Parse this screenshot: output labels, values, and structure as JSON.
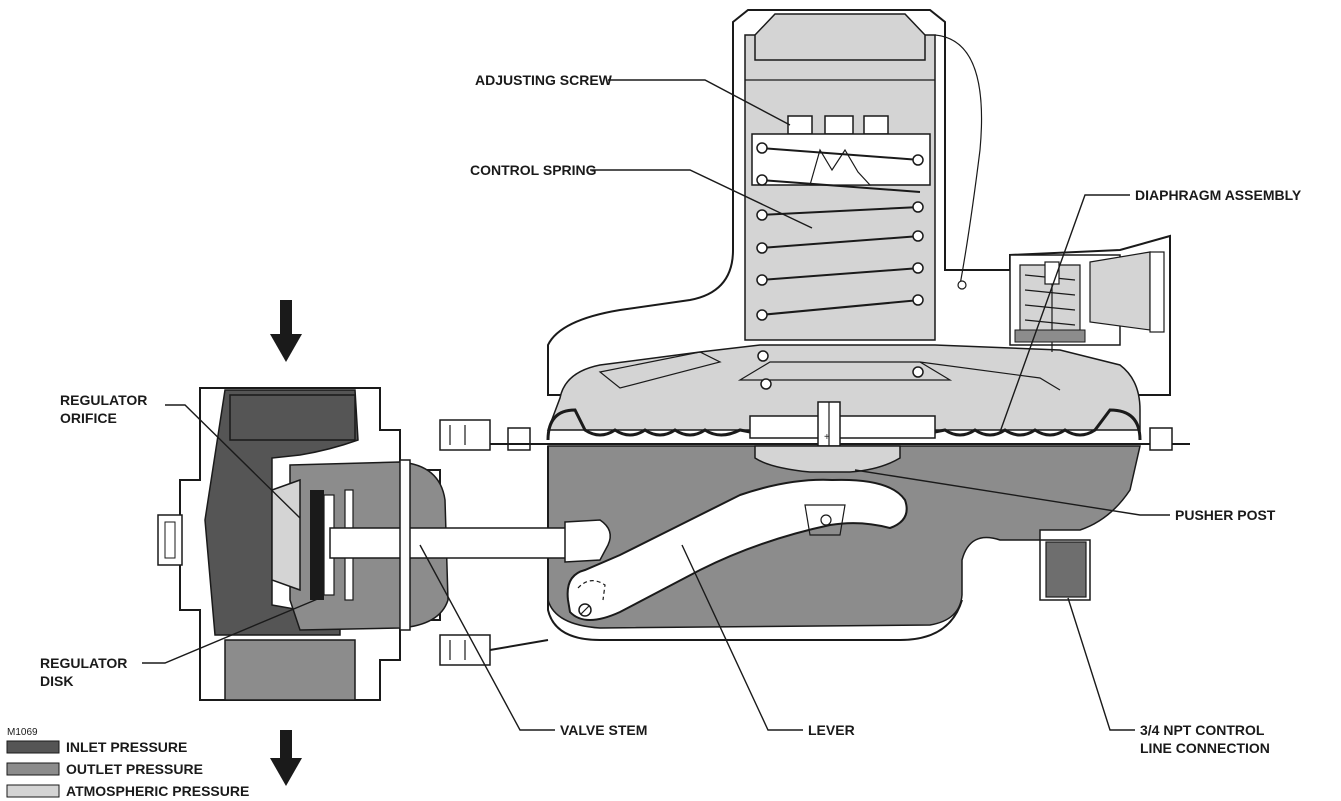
{
  "figure_id": "M1069",
  "labels": {
    "adjusting_screw": "ADJUSTING SCREW",
    "control_spring": "CONTROL SPRING",
    "diaphragm_assembly": "DIAPHRAGM ASSEMBLY",
    "regulator_orifice_1": "REGULATOR",
    "regulator_orifice_2": "ORIFICE",
    "pusher_post": "PUSHER POST",
    "regulator_disk_1": "REGULATOR",
    "regulator_disk_2": "DISK",
    "valve_stem": "VALVE STEM",
    "lever": "LEVER",
    "control_line_1": "3/4 NPT CONTROL",
    "control_line_2": "LINE CONNECTION"
  },
  "legend": {
    "items": [
      {
        "label": "INLET PRESSURE",
        "color": "#555555"
      },
      {
        "label": "OUTLET PRESSURE",
        "color": "#8c8c8c"
      },
      {
        "label": "ATMOSPHERIC PRESSURE",
        "color": "#d4d4d4"
      }
    ]
  },
  "colors": {
    "inlet": "#555555",
    "outlet": "#8c8c8c",
    "atmospheric": "#d4d4d4",
    "line": "#1a1a1a"
  }
}
